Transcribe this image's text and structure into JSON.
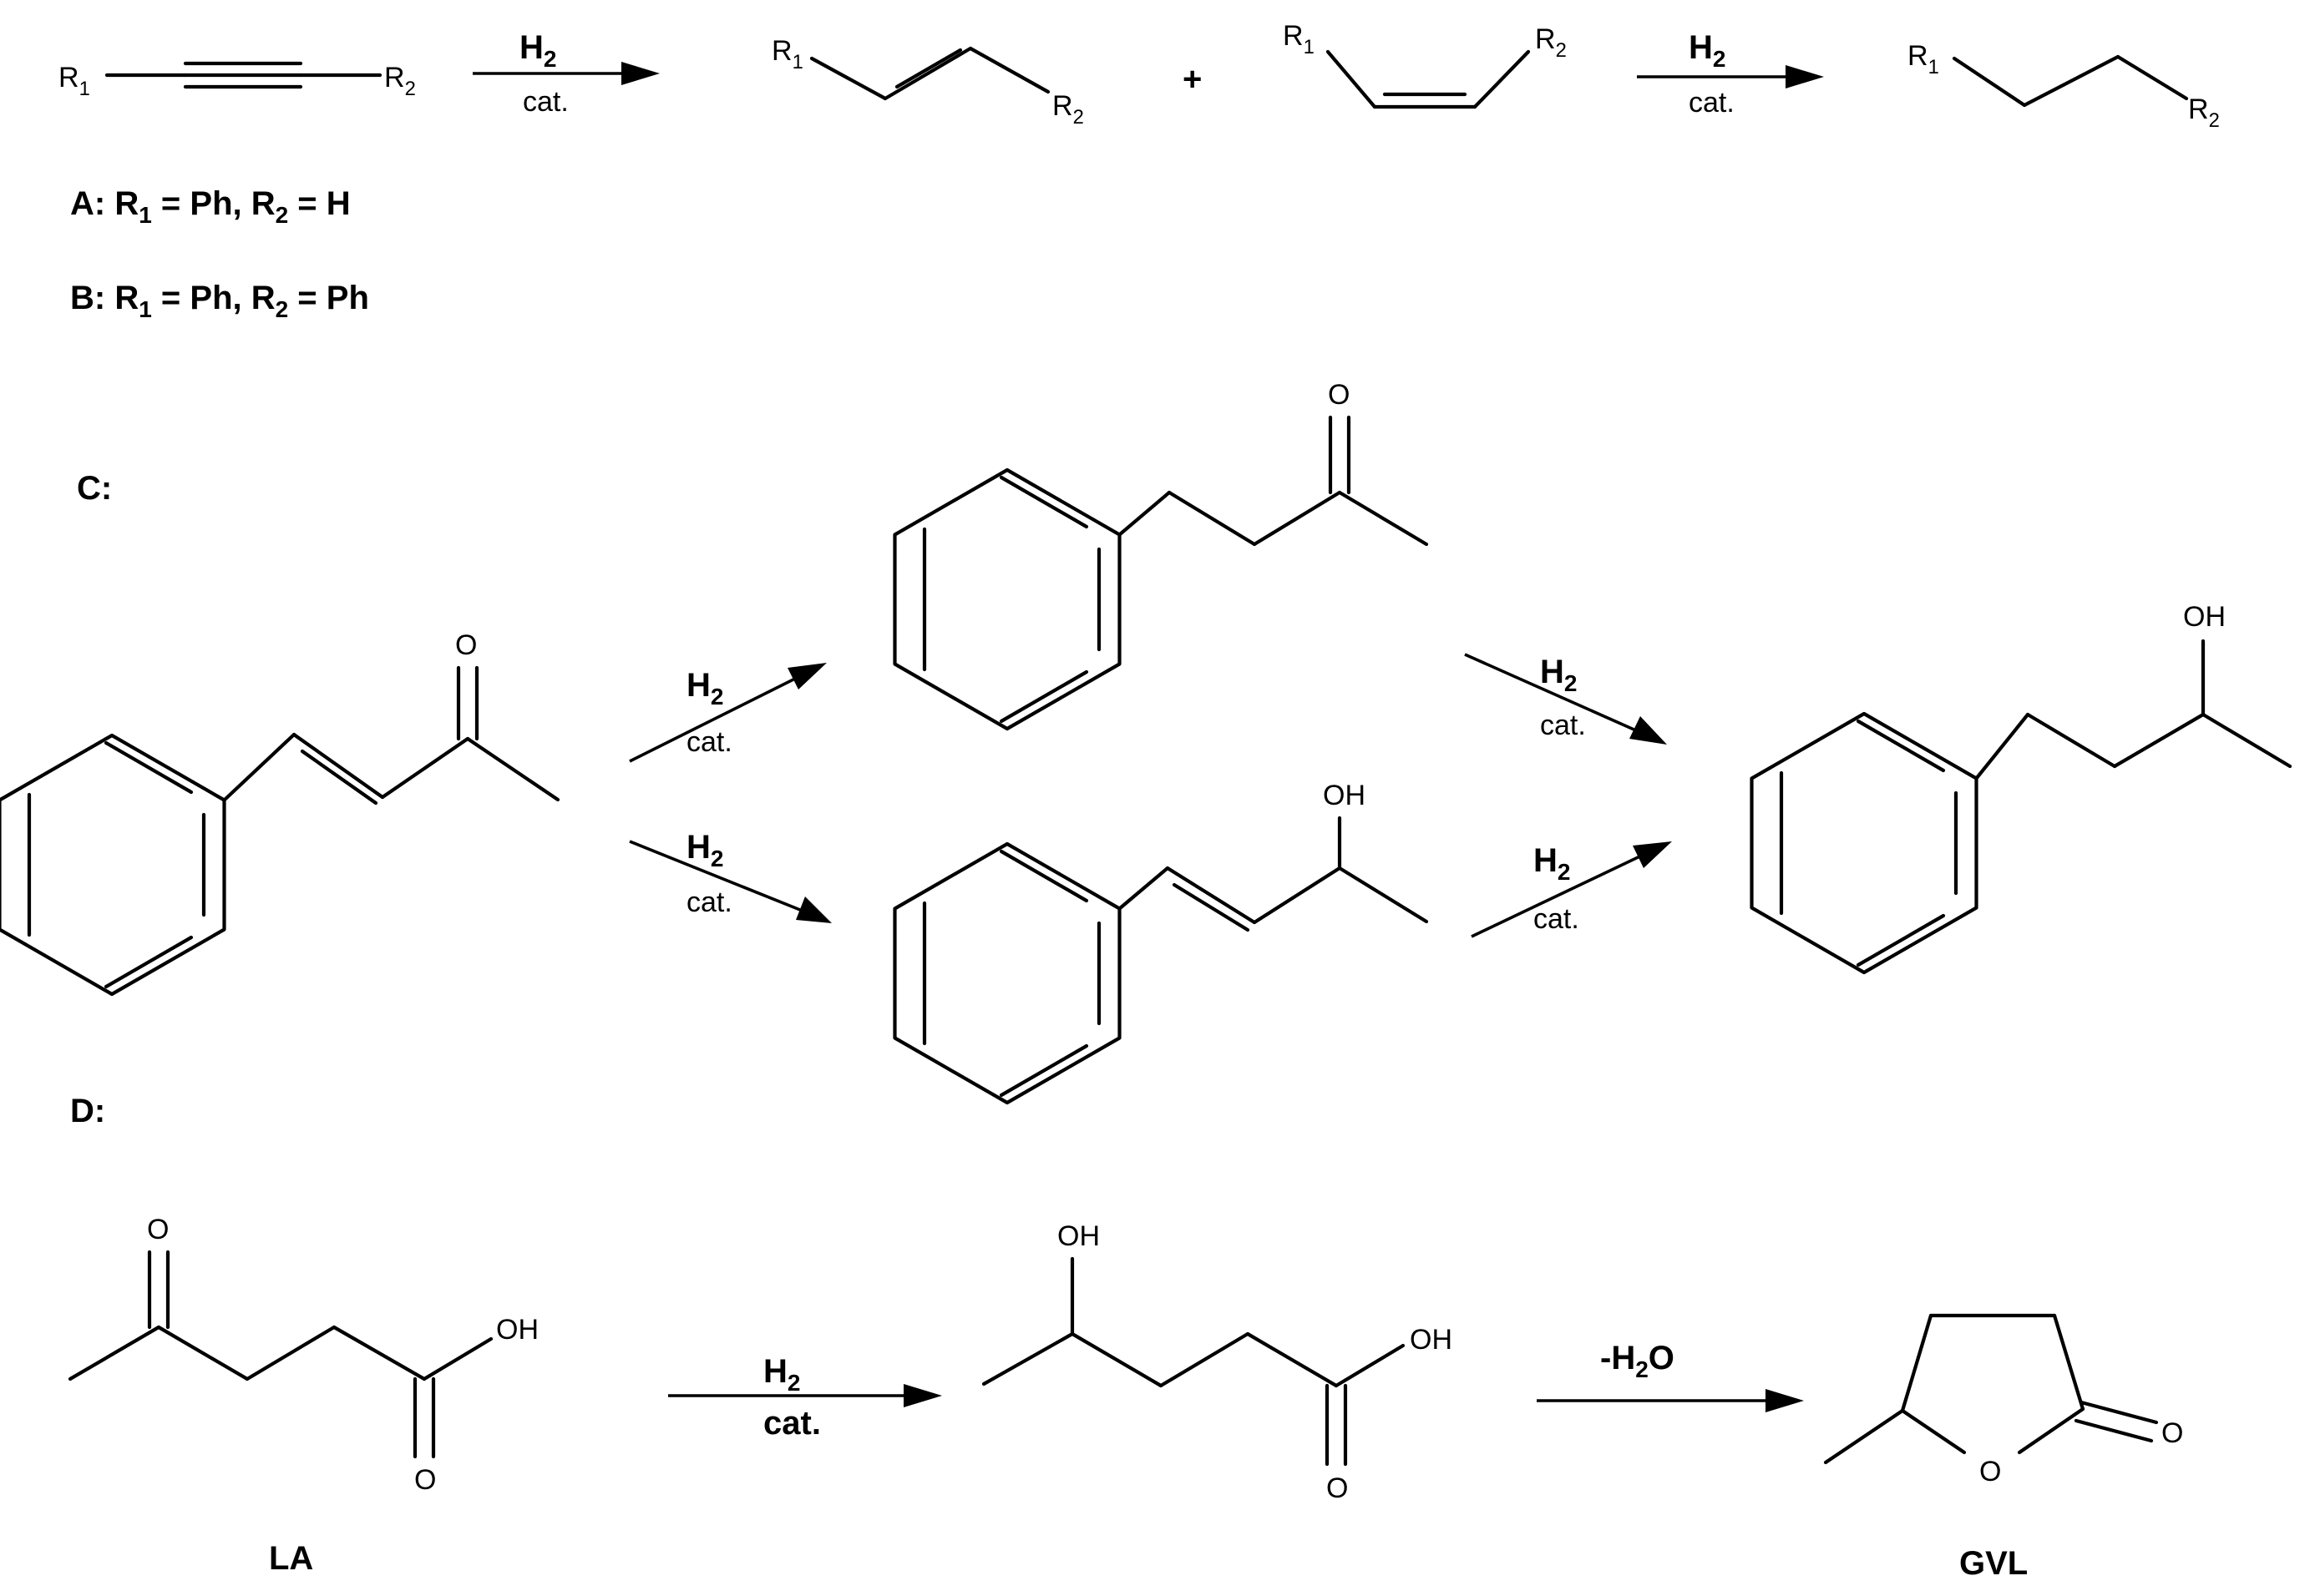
{
  "scheme_a_b": {
    "alkyne": {
      "r1": "R",
      "r1_sub": "1",
      "r2": "R",
      "r2_sub": "2"
    },
    "trans_alkene": {
      "r1": "R",
      "r1_sub": "1",
      "r2": "R",
      "r2_sub": "2"
    },
    "plus": "+",
    "cis_alkene": {
      "r1": "R",
      "r1_sub": "1",
      "r2": "R",
      "r2_sub": "2"
    },
    "alkane": {
      "r1": "R",
      "r1_sub": "1",
      "r2": "R",
      "r2_sub": "2"
    },
    "arrow1": {
      "top": "H",
      "top_sub": "2",
      "bottom": "cat."
    },
    "arrow2": {
      "top": "H",
      "top_sub": "2",
      "bottom": "cat."
    },
    "definition_a": {
      "head": "A: R",
      "s1": "1",
      "mid": " = Ph, R",
      "s2": "2",
      "tail": " = H"
    },
    "definition_b": {
      "head": "B: R",
      "s1": "1",
      "mid": " = Ph, R",
      "s2": "2",
      "tail": " = Ph"
    }
  },
  "scheme_c": {
    "label": "C:",
    "reactant": {
      "carbonyl_o": "O"
    },
    "ketone_product": {
      "carbonyl_o": "O"
    },
    "allylic_alcohol": {
      "hydroxyl": "OH"
    },
    "final_alcohol": {
      "hydroxyl": "OH"
    },
    "arrow_upper_left": {
      "top": "H",
      "top_sub": "2",
      "bottom": "cat."
    },
    "arrow_lower_left": {
      "top": "H",
      "top_sub": "2",
      "bottom": "cat."
    },
    "arrow_upper_right": {
      "top": "H",
      "top_sub": "2",
      "bottom": "cat."
    },
    "arrow_lower_right": {
      "top": "H",
      "top_sub": "2",
      "bottom": "cat."
    }
  },
  "scheme_d": {
    "label": "D:",
    "la": {
      "ketone_o": "O",
      "oh": "OH",
      "acid_o": "O",
      "name": "LA"
    },
    "intermediate": {
      "oh_top": "OH",
      "oh": "OH",
      "acid_o": "O"
    },
    "gvl": {
      "ring_o": "O",
      "exo_o": "O",
      "name": "GVL"
    },
    "arrow1": {
      "top": "H",
      "top_sub": "2",
      "bottom": "cat."
    },
    "arrow2": {
      "top": "-H",
      "top_sub": "2",
      "tail": "O"
    }
  }
}
